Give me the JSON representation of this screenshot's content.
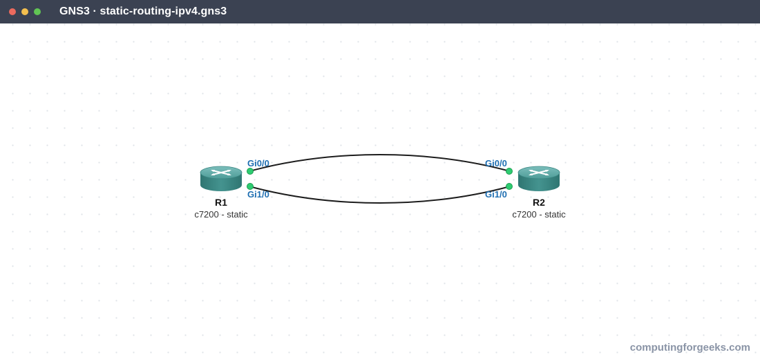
{
  "window": {
    "title": "GNS3 · static-routing-ipv4.gns3",
    "controls": [
      {
        "name": "close",
        "color": "#ec6a5e"
      },
      {
        "name": "minimize",
        "color": "#f4bf4f"
      },
      {
        "name": "zoom",
        "color": "#61c554"
      }
    ]
  },
  "topology": {
    "nodes": [
      {
        "id": "r1",
        "name": "R1",
        "model": "c7200 - static",
        "icon": "router-icon"
      },
      {
        "id": "r2",
        "name": "R2",
        "model": "c7200 - static",
        "icon": "router-icon"
      }
    ],
    "links": [
      {
        "id": "link-1",
        "a": {
          "node": "R1",
          "iface": "Gi0/0"
        },
        "b": {
          "node": "R2",
          "iface": "Gi0/0"
        }
      },
      {
        "id": "link-2",
        "a": {
          "node": "R1",
          "iface": "Gi1/0"
        },
        "b": {
          "node": "R2",
          "iface": "Gi1/0"
        }
      }
    ],
    "colors": {
      "router": "#3d8a86",
      "router_top": "#5faaa6",
      "link_up": "#2ecc71",
      "iface_label": "#1f6fb2",
      "link_line": "#1c1c1c"
    }
  },
  "watermark": "computingforgeeks.com"
}
